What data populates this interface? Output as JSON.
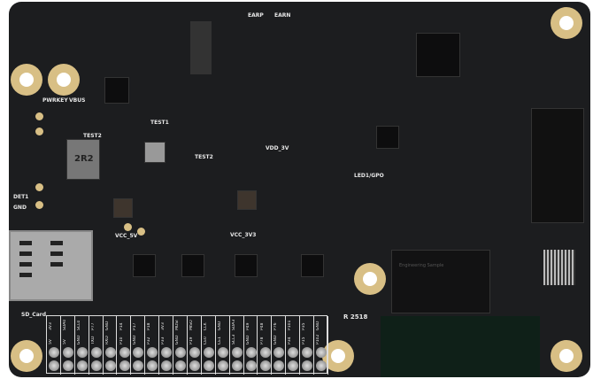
{
  "board_labels": {
    "pwrkey": "PWRKEY",
    "vbus": "VBUS",
    "test1": "TEST1",
    "test2": "TEST2",
    "inductor": "2R2",
    "vcc_5v": "VCC_5V",
    "vcc_3v3": "VCC_3V3",
    "vdd_3v": "VDD_3V",
    "det1": "DET1",
    "gnd": "GND",
    "sd_card": "SD_Card",
    "led": "LED1/GPO",
    "rev": "R 2518",
    "earp": "EARP",
    "earn": "EARN",
    "module_text": "Engineering Sample"
  },
  "header": {
    "top": [
      "3V3",
      "SDA0",
      "SCL0",
      "P77",
      "GND",
      "P14",
      "P17",
      "P18",
      "3V3",
      "MOSI",
      "MISO",
      "CLK",
      "GND",
      "SDA3",
      "P49",
      "P48",
      "P76",
      "P101",
      "P35",
      "GND"
    ],
    "bottom": [
      "5V",
      "5V",
      "GND",
      "TXD",
      "RXD",
      "P10",
      "GND",
      "P32",
      "P33",
      "GND",
      "P19",
      "CE0",
      "CE1",
      "SCL3",
      "GND",
      "P78",
      "GND",
      "P34",
      "P15",
      "P102"
    ]
  },
  "colors": {
    "board": "#1c1d1f",
    "pad": "#d8bf85",
    "silk": "#e8e8e8"
  }
}
